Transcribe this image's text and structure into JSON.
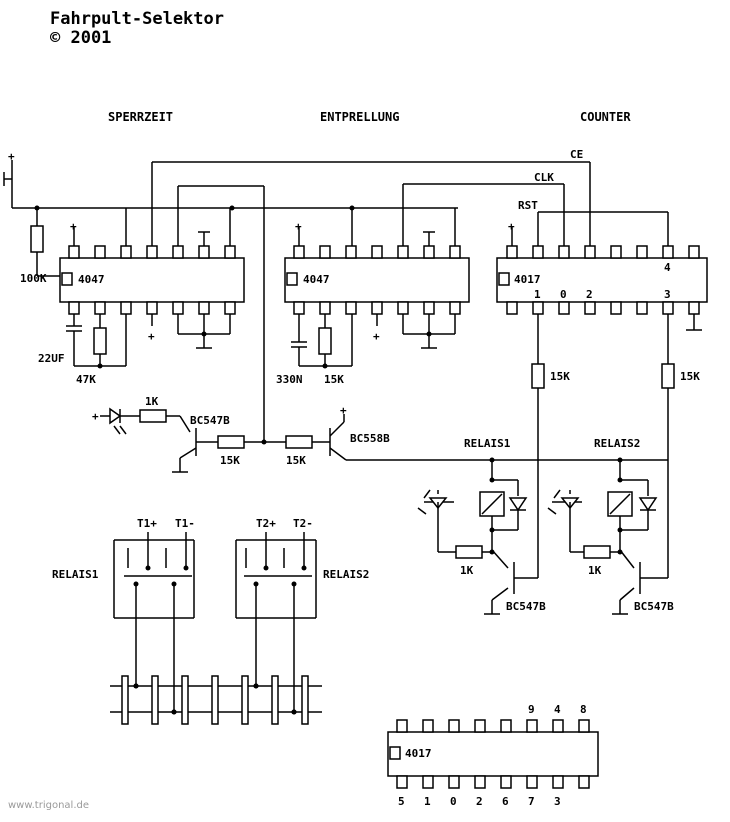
{
  "title": {
    "line1": "Fahrpult-Selektor",
    "line2": "© 2001"
  },
  "sections": {
    "sperrzeit": "SPERRZEIT",
    "entprellung": "ENTPRELLUNG",
    "counter": "COUNTER"
  },
  "signals": {
    "ce": "CE",
    "clk": "CLK",
    "rst": "RST"
  },
  "chips": {
    "ic1": "4047",
    "ic2": "4047",
    "ic3": "4017",
    "ic4": "4017"
  },
  "components": {
    "r_100k": "100K",
    "c_22uf": "22UF",
    "r_47k": "47K",
    "c_330n": "330N",
    "r_15k_a": "15K",
    "r_1k_led": "1K",
    "t_bc547b_1": "BC547B",
    "r_15k_b": "15K",
    "r_15k_c": "15K",
    "t_bc558b": "BC558B",
    "r_15k_d": "15K",
    "r_15k_e": "15K",
    "relais1": "RELAIS1",
    "relais2": "RELAIS2",
    "r_1k_r1": "1K",
    "r_1k_r2": "1K",
    "t_bc547b_2": "BC547B",
    "t_bc547b_3": "BC547B"
  },
  "counter_pins": {
    "top": "4",
    "p1": "1",
    "p0": "0",
    "p2": "2",
    "p3": "3"
  },
  "track": {
    "t1p": "T1+",
    "t1m": "T1-",
    "t2p": "T2+",
    "t2m": "T2-",
    "relais1": "RELAIS1",
    "relais2": "RELAIS2"
  },
  "pinout": {
    "top": [
      "9",
      "4",
      "8"
    ],
    "bottom": [
      "5",
      "1",
      "0",
      "2",
      "6",
      "7",
      "3"
    ]
  },
  "watermark": "www.trigonal.de"
}
